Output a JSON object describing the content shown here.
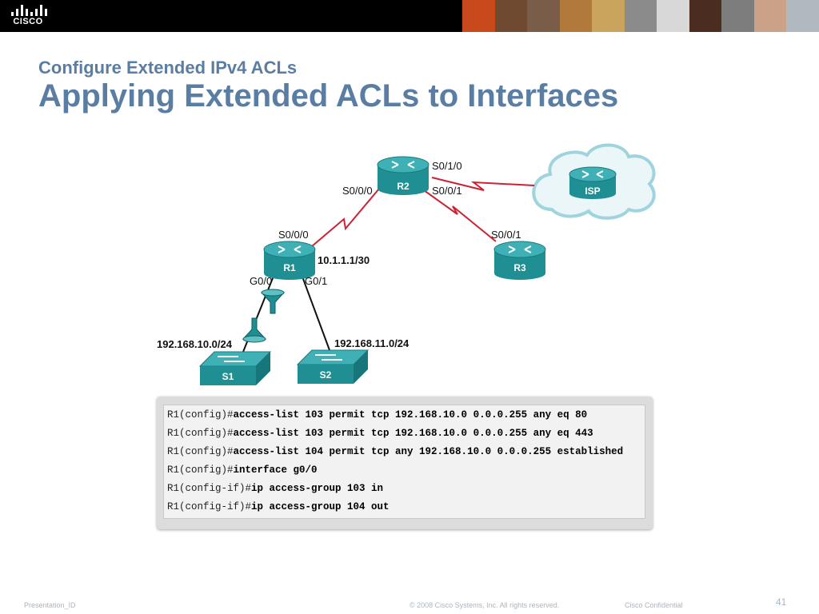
{
  "header": {
    "logo_text": "CISCO",
    "photo_colors": [
      "#c84a1c",
      "#6f4a30",
      "#7a5d48",
      "#b27a3a",
      "#caa35d",
      "#8b8b8b",
      "#d8d8d8",
      "#4a2c20",
      "#7d7d7d",
      "#c9a287",
      "#b0b8c0"
    ]
  },
  "slide": {
    "subtitle": "Configure Extended IPv4 ACLs",
    "title": "Applying Extended ACLs to Interfaces"
  },
  "diagram": {
    "devices": {
      "r1": "R1",
      "r2": "R2",
      "r3": "R3",
      "isp": "ISP",
      "s1": "S1",
      "s2": "S2"
    },
    "interfaces": {
      "r2_s010": "S0/1/0",
      "r2_s000": "S0/0/0",
      "r2_s001": "S0/0/1",
      "r1_s000": "S0/0/0",
      "r3_s001": "S0/0/1",
      "r1_ip": "10.1.1.1/30",
      "r1_g00": "G0/0",
      "r1_g01": "G0/1"
    },
    "networks": {
      "lan1": "192.168.10.0/24",
      "lan2": "192.168.11.0/24"
    },
    "colors": {
      "device": "#1f8f94",
      "serial_link": "#cc2233",
      "ethernet_link": "#111111",
      "cloud": "#9fd3dd"
    }
  },
  "commands": [
    {
      "prompt": "R1(config)#",
      "cmd": "access-list 103 permit tcp 192.168.10.0 0.0.0.255 any eq 80"
    },
    {
      "prompt": "R1(config)#",
      "cmd": "access-list 103 permit tcp 192.168.10.0 0.0.0.255 any eq 443"
    },
    {
      "prompt": "R1(config)#",
      "cmd": "access-list 104 permit tcp any 192.168.10.0 0.0.0.255 established"
    },
    {
      "prompt": "R1(config)#",
      "cmd": "interface g0/0"
    },
    {
      "prompt": "R1(config-if)#",
      "cmd": "ip access-group 103 in"
    },
    {
      "prompt": "R1(config-if)#",
      "cmd": "ip access-group 104 out"
    }
  ],
  "footer": {
    "presentation_id": "Presentation_ID",
    "copyright": "© 2008 Cisco Systems, Inc. All rights reserved.",
    "confidential": "Cisco Confidential",
    "page": "41"
  }
}
